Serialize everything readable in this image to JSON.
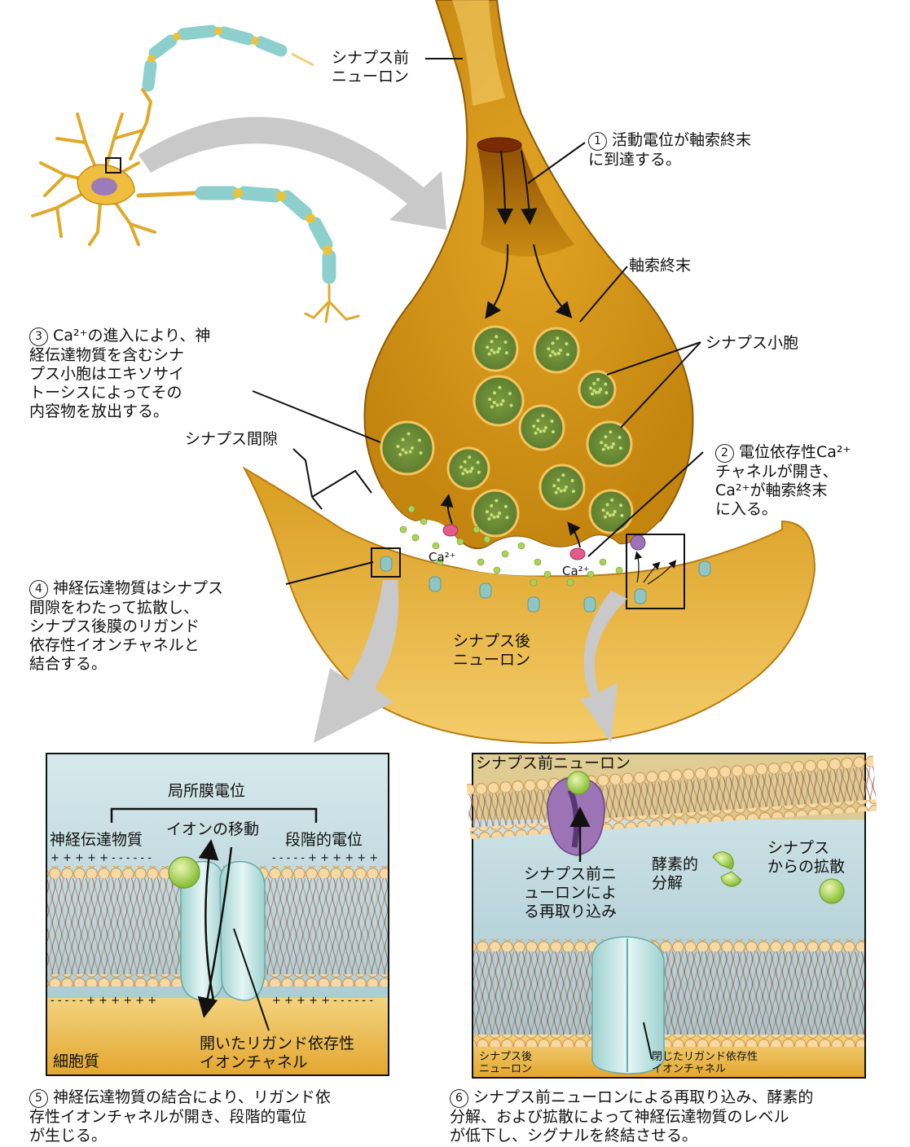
{
  "labels": {
    "presyn_neuron": "シナプス前\nニューロン",
    "axon_terminal": "軸索終末",
    "synaptic_vesicle": "シナプス小胞",
    "synaptic_cleft": "シナプス間隙",
    "postsyn_neuron": "シナプス後\nニューロン",
    "ca_ion_1": "Ca²⁺",
    "ca_ion_2": "Ca²⁺"
  },
  "steps": [
    {
      "num": "1",
      "text": "活動電位が軸索終末\nに到達する。"
    },
    {
      "num": "2",
      "text": "電位依存性Ca²⁺\nチャネルが開き、\nCa²⁺が軸索終末\nに入る。"
    },
    {
      "num": "3",
      "text": "Ca²⁺の進入により、神\n経伝達物質を含むシナ\nプス小胞はエキソサイ\nトーシスによってその\n内容物を放出する。"
    },
    {
      "num": "4",
      "text": "神経伝達物質はシナプス\n間隙をわたって拡散し、\nシナプス後膜のリガンド\n依存性イオンチャネルと\n結合する。"
    },
    {
      "num": "5",
      "text": "神経伝達物質の結合により、リガンド依\n存性イオンチャネルが開き、段階的電位\nが生じる。"
    },
    {
      "num": "6",
      "text": "シナプス前ニューロンによる再取り込み、酵素的\n分解、および拡散によって神経伝達物質のレベル\nが低下し、シグナルを終結させる。"
    }
  ],
  "panel_left": {
    "local_potential": "局所膜電位",
    "neurotransmitter": "神経伝達物質",
    "ion_movement": "イオンの移動",
    "graded_potential": "段階的電位",
    "charges_top_left": "+ + + + + - - - - - -",
    "charges_top_right": "- - - - - + + + + + +",
    "charges_bottom_left": "- - - - - + + + + + +",
    "charges_bottom_right": "+ + + + + - - - - - -",
    "open_channel": "開いたリガンド依存性\nイオンチャネル",
    "cytoplasm": "細胞質"
  },
  "panel_right": {
    "presyn_neuron": "シナプス前ニューロン",
    "reuptake": "シナプス前ニ\nューロンによ\nる再取り込み",
    "enzymatic": "酵素的\n分解",
    "diffusion": "シナプス\nからの拡散",
    "postsyn_neuron": "シナプス後\nニューロン",
    "closed_channel": "閉じたリガンド依存性\nイオンチャネル"
  },
  "colors": {
    "neuron_fill": "#e3ad2c",
    "neuron_dark": "#b97c10",
    "axon_inner": "#a8650a",
    "vesicle": "#6f8f3a",
    "vesicle_rim": "#f3c560",
    "neurotransmitter": "#a9d15b",
    "channel": "#bfe6e4",
    "ca_channel": "#e35b8a",
    "reuptake": "#9c73b5",
    "arrow_gray": "#c9c9c9",
    "panel_bg": "#c4dde3"
  }
}
